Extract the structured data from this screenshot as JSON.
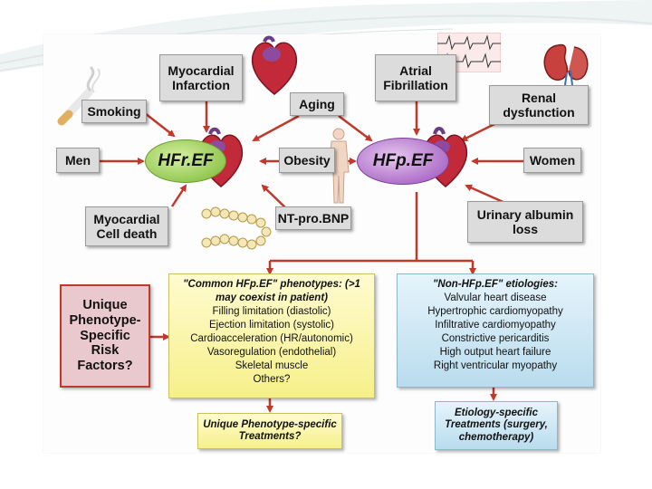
{
  "nodes": {
    "myocardial_infarction": "Myocardial\nInfarction",
    "atrial_fibrillation": "Atrial\nFibrillation",
    "smoking": "Smoking",
    "aging": "Aging",
    "renal_dysfunction": "Renal\ndysfunction",
    "men": "Men",
    "hfref": "HFr.EF",
    "obesity": "Obesity",
    "hfpef": "HFp.EF",
    "women": "Women",
    "myocardial_cell_death": "Myocardial\nCell death",
    "nt_probnp": "NT-pro.BNP",
    "urinary_albumin_loss": "Urinary albumin\nloss",
    "unique_risk_factors": "Unique\nPhenotype-\nSpecific\nRisk\nFactors?",
    "common_phenotypes_title": "\"Common HFp.EF\" phenotypes: (>1 may coexist in patient)",
    "common_phenotypes_items": [
      "Filling limitation (diastolic)",
      "Ejection limitation (systolic)",
      "Cardioacceleration (HR/autonomic)",
      "Vasoregulation (endothelial)",
      "Skeletal muscle",
      "Others?"
    ],
    "non_hfpef_title": "\"Non-HFp.EF\" etiologies:",
    "non_hfpef_items": [
      "Valvular heart disease",
      "Hypertrophic cardiomyopathy",
      "Infiltrative cardiomyopathy",
      "Constrictive pericarditis",
      "High output heart failure",
      "Right ventricular myopathy"
    ],
    "unique_treatments": "Unique Phenotype-specific\nTreatments?",
    "etiology_treatments": "Etiology-specific\nTreatments (surgery,\nchemotherapy)"
  },
  "colors": {
    "arrow": "#c0392b",
    "box_grey": "#dcdcdc",
    "hfref_green": "#8bc34a",
    "hfpef_purple": "#a865c5",
    "yellow_box": "#f6f08a",
    "blue_box": "#b9dcee"
  },
  "icons": [
    "cigarette-icon",
    "heart-illustration",
    "kidney-illustration",
    "ecg-strip-icon",
    "human-figure-icon",
    "molecule-chain-icon"
  ]
}
